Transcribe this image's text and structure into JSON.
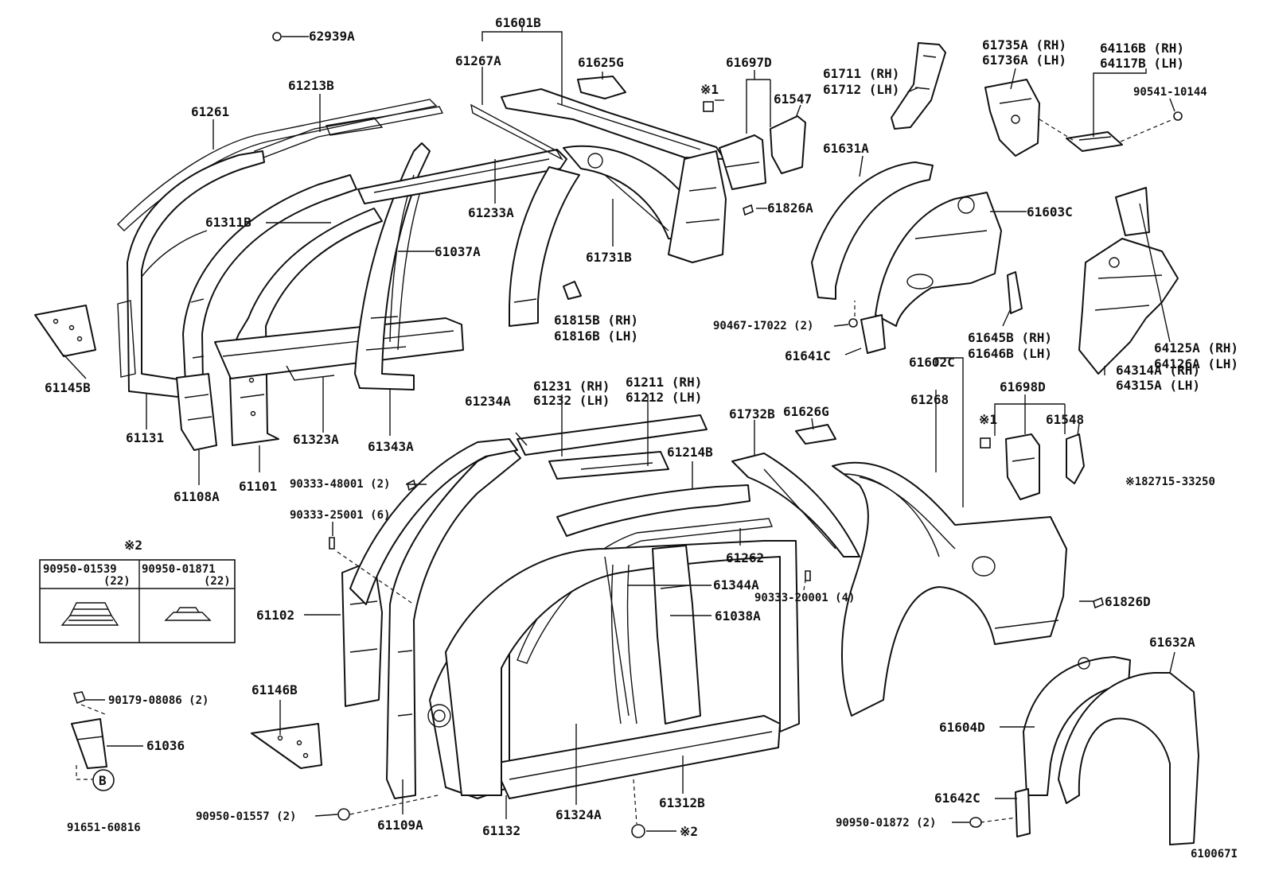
{
  "diagram": {
    "diagram_id": "610067I",
    "labels": {
      "p62939A": "62939A",
      "p61601B": "61601B",
      "p61267A": "61267A",
      "p61625G": "61625G",
      "p61697D": "61697D",
      "p61711": "61711 (RH)",
      "p61712": "61712 (LH)",
      "p61735A": "61735A (RH)",
      "p61736A": "61736A (LH)",
      "p64116B": "64116B (RH)",
      "p64117B": "64117B (LH)",
      "p90541": "90541-10144",
      "p61213B": "61213B",
      "p61261": "61261",
      "p61547": "61547",
      "p61631A": "61631A",
      "p61233A": "61233A",
      "p61826A": "61826A",
      "p61603C": "61603C",
      "p61311B": "61311B",
      "p61037A": "61037A",
      "p61731B": "61731B",
      "p61815B": "61815B (RH)",
      "p61816B": "61816B (LH)",
      "p90467": "90467-17022 (2)",
      "p61645B": "61645B (RH)",
      "p61646B": "61646B (LH)",
      "p64125A": "64125A (RH)",
      "p64126A": "64126A (LH)",
      "p61641C": "61641C",
      "p61602C": "61602C",
      "p61145B": "61145B",
      "p61231": "61231 (RH)",
      "p61232": "61232 (LH)",
      "p61211": "61211 (RH)",
      "p61212": "61212 (LH)",
      "p61234A": "61234A",
      "p61626G": "61626G",
      "p61268": "61268",
      "p61698D": "61698D",
      "p64314A": "64314A (RH)",
      "p64315A": "64315A (LH)",
      "p61131": "61131",
      "p61323A": "61323A",
      "p61343A": "61343A",
      "p61732B": "61732B",
      "p61548": "61548",
      "p61214B": "61214B",
      "p61108A": "61108A",
      "p61101": "61101",
      "p90333_48001": "90333-48001 (2)",
      "p182715": "※182715-33250",
      "p90333_25001": "90333-25001 (6)",
      "p61262": "61262",
      "note2_title": "※2",
      "p61344A": "61344A",
      "p61826D": "61826D",
      "p90333_20001": "90333-20001 (4)",
      "p61102": "61102",
      "p61038A": "61038A",
      "p61632A": "61632A",
      "p61146B": "61146B",
      "p90179": "90179-08086 (2)",
      "p61036": "61036",
      "p61604D": "61604D",
      "p61642C": "61642C",
      "p90950_01557": "90950-01557 (2)",
      "p61109A": "61109A",
      "p61132": "61132",
      "p61324A": "61324A",
      "p61312B": "61312B",
      "p90950_01872": "90950-01872 (2)",
      "p91651": "91651-60816",
      "callout_b": "B",
      "note1_a": "※1",
      "note1_b": "※1",
      "note2_bottom": "※2"
    },
    "table": {
      "col1_part": "90950-01539",
      "col1_qty": "(22)",
      "col2_part": "90950-01871",
      "col2_qty": "(22)"
    }
  }
}
